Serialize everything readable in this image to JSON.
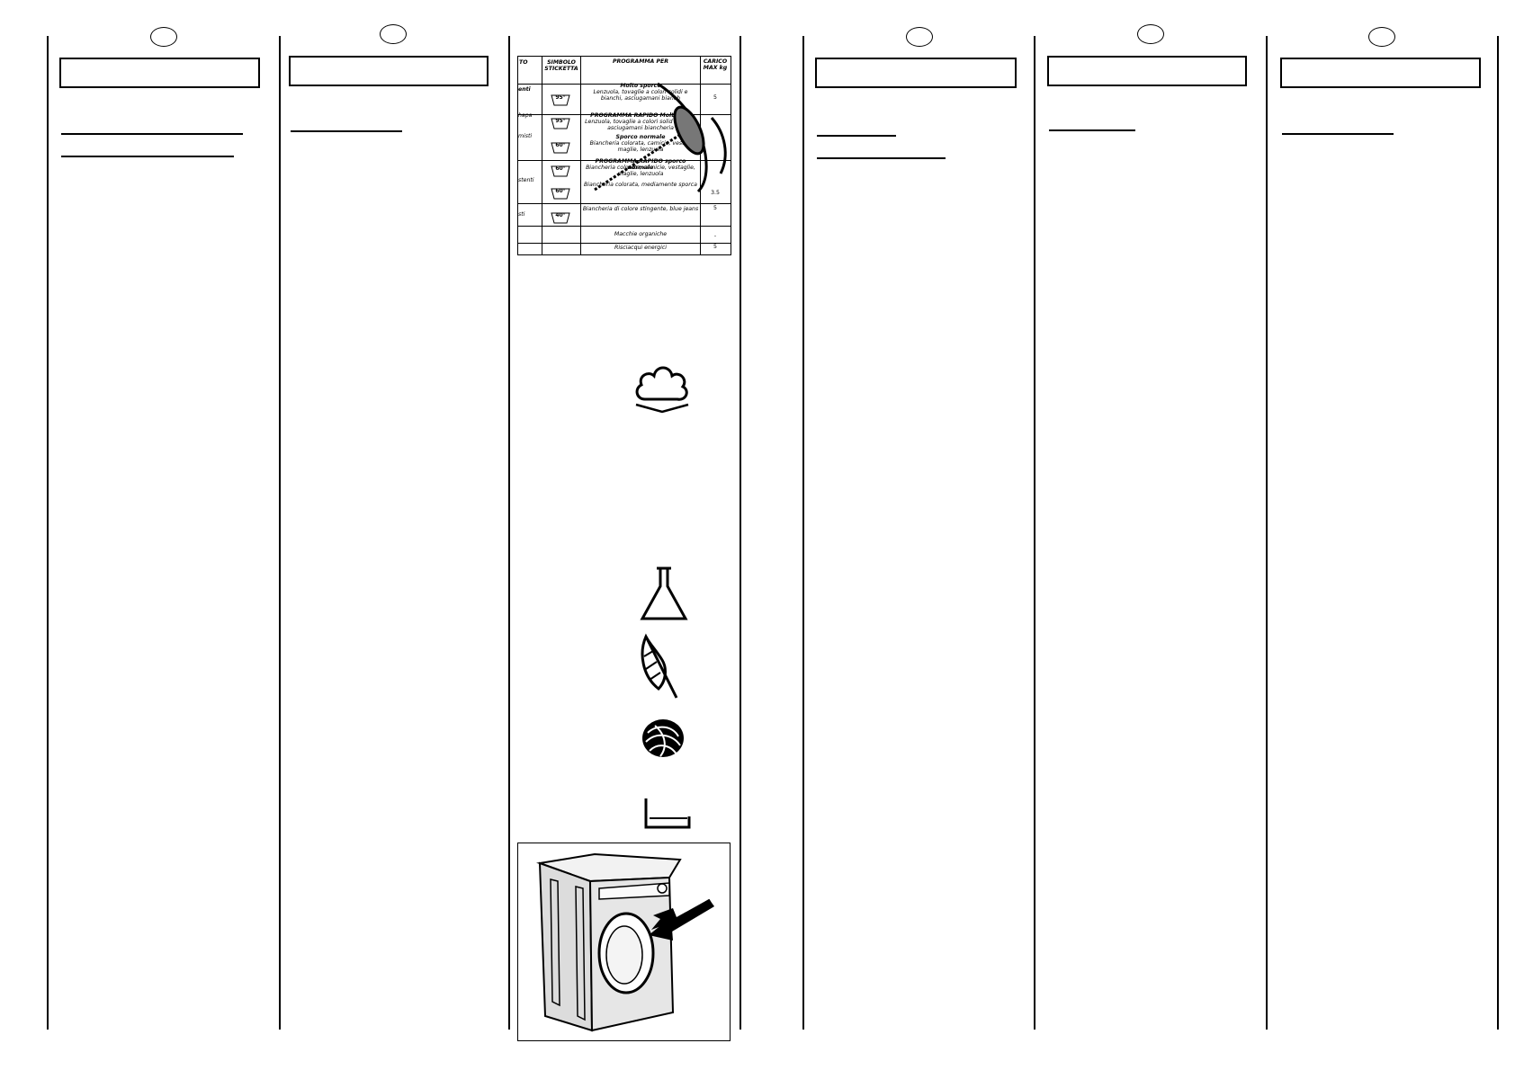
{
  "table": {
    "headers": {
      "col1": "TO",
      "col2": "SIMBOLO STICKETTA",
      "col3": "PROGRAMMA PER",
      "col4": "CARICO MAX kg"
    },
    "rows": [
      {
        "side": "enti",
        "temp": "95°",
        "title": "Molto sporco",
        "desc": "Lenzuola, tovaglie a colori solidi e bianchi, asciugamani bianch",
        "max": "5"
      },
      {
        "side": "hapa",
        "temp": "95°",
        "title": "PROGRAMMA RAPIDO Molto spo",
        "desc": "Lenzuola, tovaglie a colori solid bianchi, asciugamani biancheria",
        "max": ""
      },
      {
        "side": "misti",
        "temp": "60°",
        "title": "Sporco normale",
        "desc": "Biancheria colorata, camicie, vestiti, maglie, lenzuola",
        "max": ""
      },
      {
        "side": "",
        "temp": "60°",
        "title": "PROGRAMMA RAPIDO sporco normale",
        "desc": "Biancheria colorata, camicie, vestaglie, maglie, lenzuola",
        "max": ""
      },
      {
        "side": "stenti",
        "temp": "60°",
        "title": "",
        "desc": "Biancheria colorata, mediamente sporca",
        "max": "3.5"
      },
      {
        "side": "sti",
        "temp": "40°",
        "title": "",
        "desc": "Biancheria di colore stingente, blue jeans",
        "max": "5"
      },
      {
        "side": "",
        "temp": "",
        "title": "",
        "desc": "Macchie organiche",
        "max": "-"
      },
      {
        "side": "",
        "temp": "",
        "title": "",
        "desc": "Risciacqui energici",
        "max": "5"
      }
    ]
  },
  "icons": [
    "cotton-cloud-icon",
    "flask-icon",
    "feather-icon",
    "wool-ball-icon",
    "basin-icon"
  ],
  "figure": {
    "name": "washing-machine-door-arrow"
  }
}
